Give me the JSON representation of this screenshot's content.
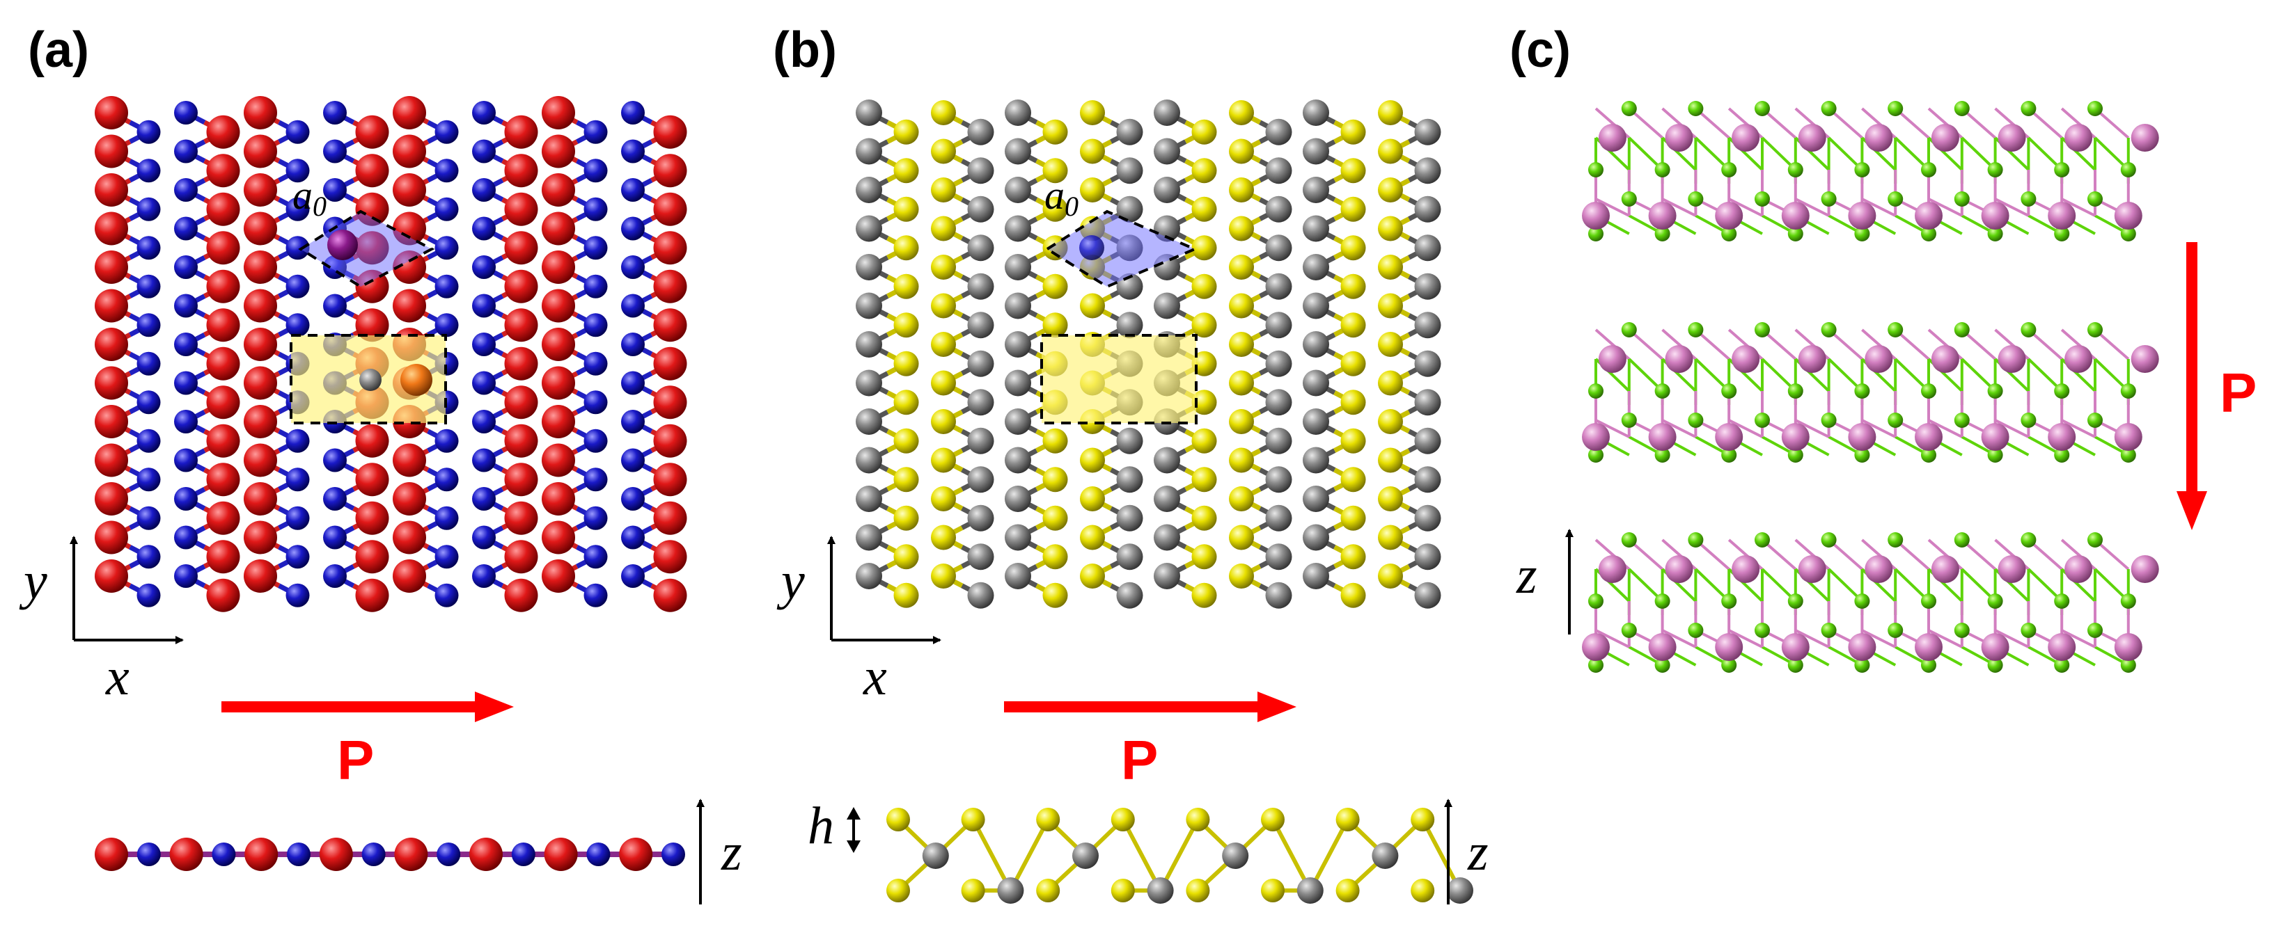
{
  "figure": {
    "panels": [
      {
        "label": "(a)"
      },
      {
        "label": "(b)"
      },
      {
        "label": "(c)"
      }
    ],
    "axes": {
      "x": "x",
      "y": "y",
      "z": "z"
    },
    "lattice_constant": {
      "symbol": "a",
      "subscript": "0"
    },
    "height_symbol": "h",
    "polarization_label": "P",
    "colors": {
      "panel_a_atom_large": "#e01818",
      "panel_a_atom_small": "#1a1ac8",
      "panel_a_highlight_center": "#8a1a8a",
      "panel_a_highlight_side": "#f07818",
      "panel_b_atom_yellow": "#e8e000",
      "panel_b_atom_gray": "#8c8c8c",
      "panel_c_atom_pink": "#d27fc0",
      "panel_c_atom_green": "#5ed40a",
      "unit_cell_fill": "#6b6bff",
      "rect_cell_fill": "#fff27a",
      "polarization_arrow": "#ff0000"
    }
  }
}
